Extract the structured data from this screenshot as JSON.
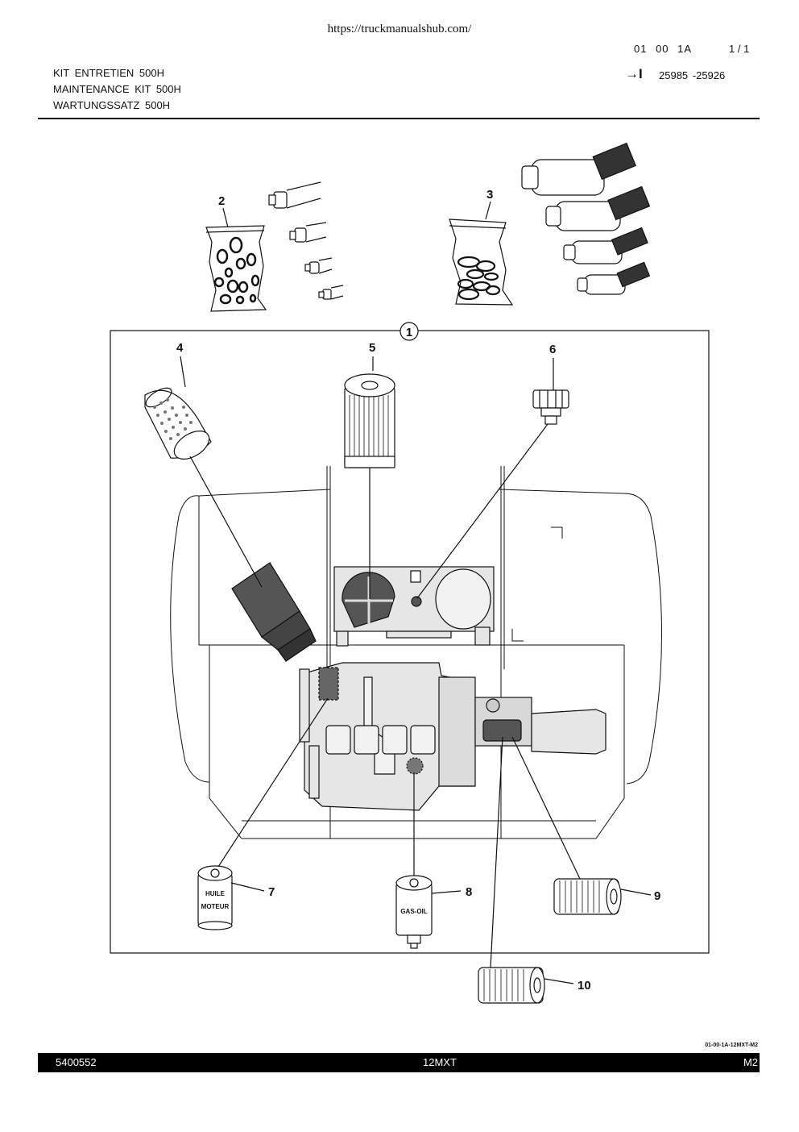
{
  "header": {
    "url": "https://truckmanualshub.com/",
    "ref_code": "01   00   1A",
    "page": "1 / 1",
    "serial_arrow": "→I",
    "serial_range": "25985 -25926",
    "titles": [
      "KIT ENTRETIEN   500H",
      "MAINTENANCE KIT 500H",
      "WARTUNGSSATZ    500H"
    ]
  },
  "callouts": {
    "c1": "1",
    "c2": "2",
    "c3": "3",
    "c4": "4",
    "c5": "5",
    "c6": "6",
    "c7": "7",
    "c8": "8",
    "c9": "9",
    "c10": "10"
  },
  "filter_labels": {
    "oil_line1": "HUILE",
    "oil_line2": "MOTEUR",
    "fuel": "GAS-OIL"
  },
  "footer": {
    "drawing_code": "01-00-1A-12MXT-M2",
    "part_number": "5400552",
    "model": "12MXT",
    "sheet": "M2"
  }
}
